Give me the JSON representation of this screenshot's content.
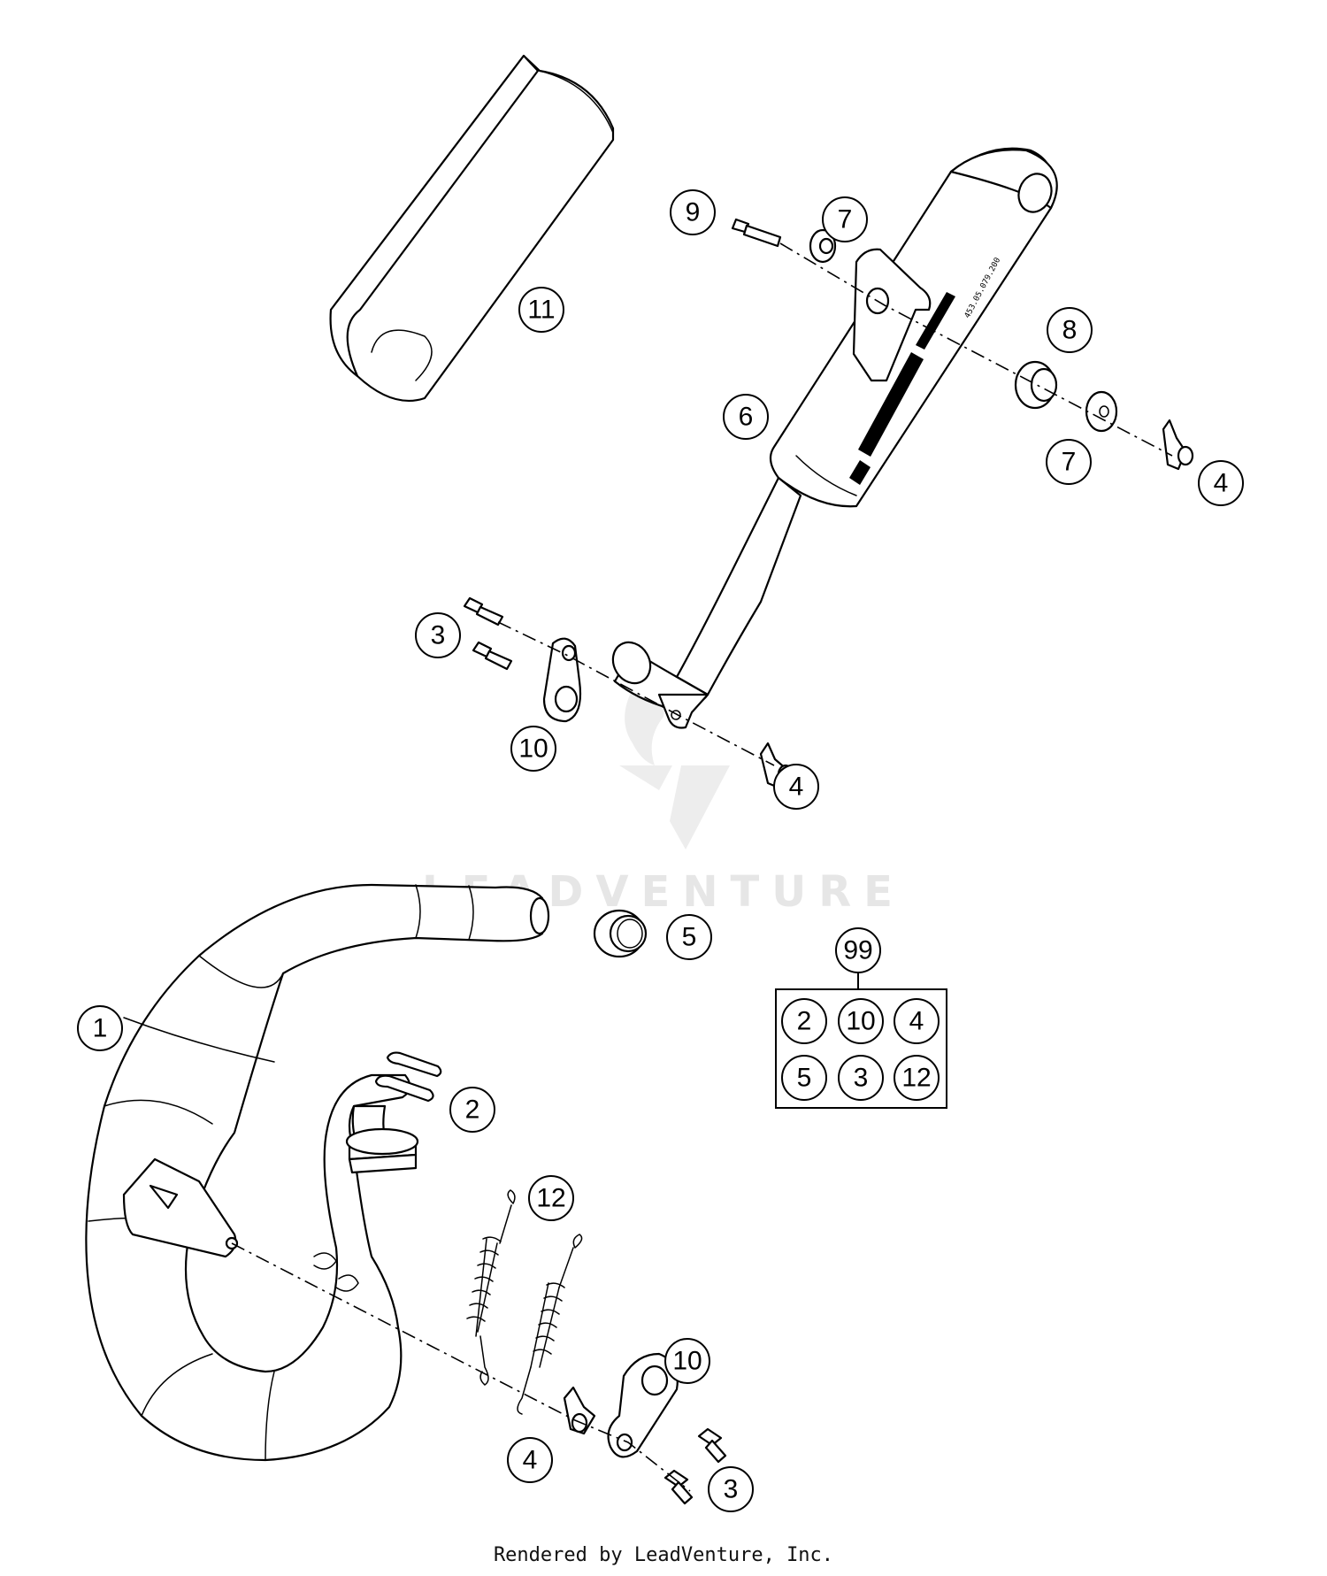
{
  "watermark": {
    "brand": "LEADVENTURE"
  },
  "footer": {
    "text": "Rendered by LeadVenture, Inc."
  },
  "muffler_label": {
    "part_number": "453.05.079.200"
  },
  "callouts": {
    "c1": "1",
    "c2": "2",
    "c3_top": "3",
    "c3_bottom": "3",
    "c4_right": "4",
    "c4_middle": "4",
    "c4_bottom": "4",
    "c5": "5",
    "c6": "6",
    "c7_top": "7",
    "c7_bottom": "7",
    "c8": "8",
    "c9": "9",
    "c10_middle": "10",
    "c10_bottom": "10",
    "c11": "11",
    "c12": "12"
  },
  "kit": {
    "number": "99",
    "items": [
      "2",
      "10",
      "4",
      "5",
      "3",
      "12"
    ]
  }
}
